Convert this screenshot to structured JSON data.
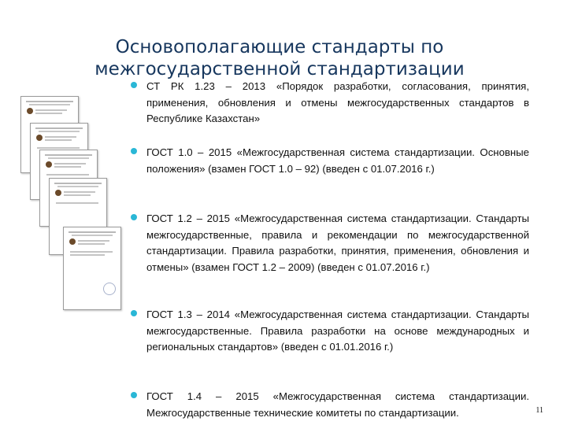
{
  "slide": {
    "title_line1": "Основополагающие стандарты по",
    "title_line2": "межгосударственной стандартизации",
    "page_number": "11",
    "bullet_color": "#2ab7d6",
    "title_color": "#17375e"
  },
  "bullets": [
    {
      "text": "СТ РК 1.23 – 2013 «Порядок разработки, согласования, принятия, применения, обновления и отмены межгосударственных стандартов в Республике Казахстан»"
    },
    {
      "text": "ГОСТ 1.0 – 2015 «Межгосударственная система стандартизации. Основные положения» (взамен ГОСТ 1.0 – 92) (введен с 01.07.2016 г.)"
    },
    {
      "text": "ГОСТ 1.2 – 2015 «Межгосударственная система стандартизации. Стандарты межгосударственные, правила и рекомендации по межгосударственной стандартизации. Правила разработки, принятия, применения, обновления и отмены» (взамен ГОСТ 1.2 – 2009) (введен с 01.07.2016 г.)"
    },
    {
      "text": "ГОСТ 1.3 – 2014 «Межгосударственная система стандартизации. Стандарты межгосударственные. Правила разработки на основе международных и региональных стандартов» (введен с 01.01.2016 г.)"
    },
    {
      "text": "ГОСТ 1.4 – 2015 «Межгосударственная система стандартизации. Межгосударственные технические комитеты по стандартизации."
    }
  ]
}
